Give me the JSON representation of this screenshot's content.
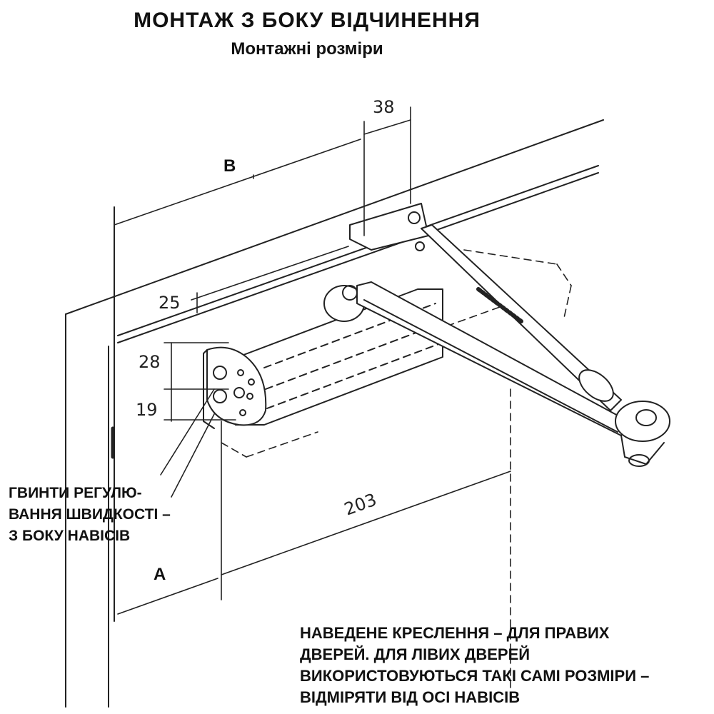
{
  "title": "МОНТАЖ  З  БОКУ  ВІДЧИНЕННЯ",
  "subtitle": "Монтажні розміри",
  "labels": {
    "A": "A",
    "B": "B"
  },
  "dimensions": {
    "d38": "38",
    "d25": "25",
    "d28": "28",
    "d19": "19",
    "d203": "203"
  },
  "note_screws": [
    "ГВИНТИ  РЕГУЛЮ-",
    "ВАННЯ ШВИДКОСТІ –",
    "З  БОКУ НАВІСІВ"
  ],
  "note_drawing": [
    "НАВЕДЕНЕ КРЕСЛЕННЯ – ДЛЯ ПРАВИХ",
    "ДВЕРЕЙ. ДЛЯ ЛІВИХ ДВЕРЕЙ",
    "ВИКОРИСТОВУЮТЬСЯ ТАКІ САМІ РОЗМІРИ –",
    "ВІДМІРЯТИ ВІД ОСІ НАВІСІВ"
  ]
}
